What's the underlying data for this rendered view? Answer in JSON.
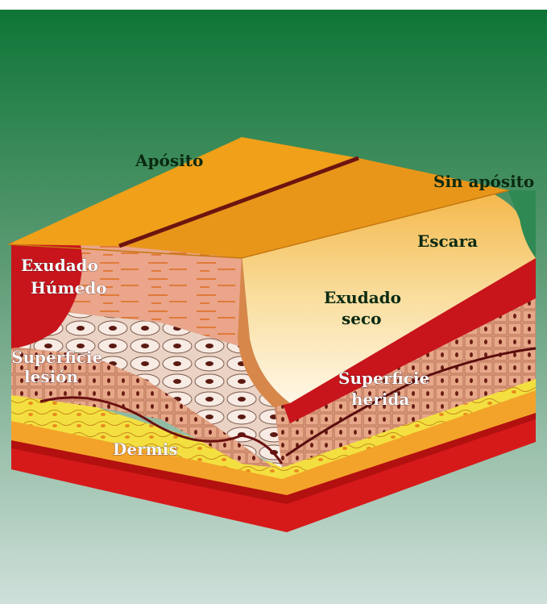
{
  "labels": {
    "aposito": "Apósito",
    "sin_aposito": "Sin apósito",
    "escara": "Escara",
    "exudado_humedo_1": "Exudado",
    "exudado_humedo_2": "Húmedo",
    "exudado_seco_1": "Exudado",
    "exudado_seco_2": "seco",
    "superficie_lesion_1": "Superficie",
    "superficie_lesion_2": "lesión",
    "superficie_herida_1": "Superficie",
    "superficie_herida_2": "herida",
    "dermis": "Dermis"
  },
  "colors": {
    "background_top": "#0f7a3a",
    "background_bottom": "#c6d9d3",
    "dressing": "#f0a019",
    "scab": "#f7d27a",
    "exudate_wet": "#c8141b",
    "dermis_red": "#d61a1a",
    "fat_yellow": "#f4e23c",
    "epidermis_pink": "#e9b7a6"
  }
}
